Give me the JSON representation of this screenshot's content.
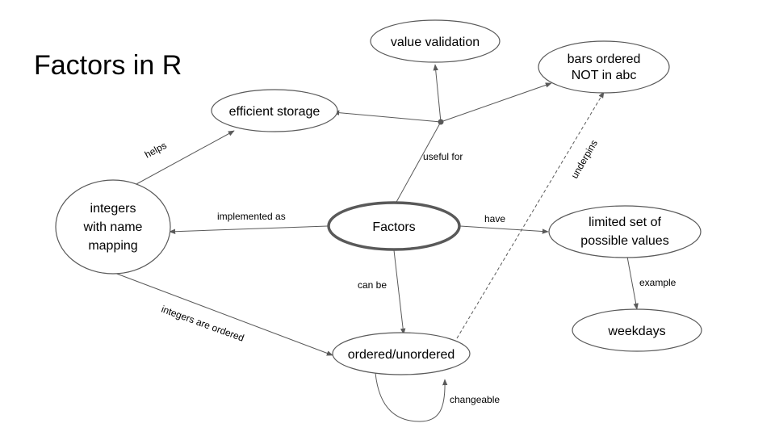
{
  "title": "Factors in R",
  "nodes": {
    "factors": "Factors",
    "value_validation": "value validation",
    "bars_ordered": [
      "bars ordered",
      "NOT in abc"
    ],
    "efficient_storage": "efficient storage",
    "integers_mapping": [
      "integers",
      "with name",
      "mapping"
    ],
    "limited_set": [
      "limited set of",
      "possible values"
    ],
    "weekdays": "weekdays",
    "ordered_unordered": "ordered/unordered"
  },
  "edges": {
    "helps": "helps",
    "useful_for": "useful for",
    "underpins": "underpins",
    "implemented_as": "implemented as",
    "have": "have",
    "example": "example",
    "can_be": "can be",
    "integers_are_ordered": "integers are ordered",
    "changeable": "changeable"
  }
}
